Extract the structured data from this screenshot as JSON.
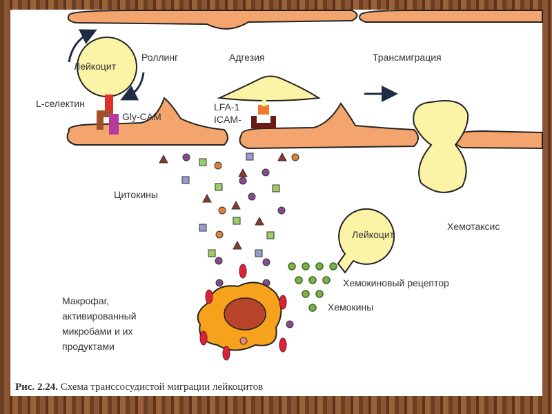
{
  "labels": {
    "rolling": "Роллинг",
    "adhesion": "Адгезия",
    "transmigration": "Трансмиграция",
    "leukocyte_rolling": "Лейкоцит",
    "l_selectin": "L-селектин",
    "gly_cam": "Gly-CAM",
    "lfa1": "LFA-1",
    "icam": "ICAM-",
    "cytokines": "Цитокины",
    "leukocyte_chemo": "Лейкоцит",
    "chemotaxis": "Хемотаксис",
    "chemokine_receptor": "Хемокиновый рецептор",
    "chemokines": "Хемокины",
    "macrophage": [
      "Макрофаг,",
      "активированный",
      "микробами и их",
      "продуктами"
    ]
  },
  "caption": {
    "bold": "Рис. 2.24.",
    "text": " Схема трансcосудистой миграции лейкоцитов"
  },
  "colors": {
    "endothelium": "#f4a56e",
    "leukocyte": "#fbf3a6",
    "macrophage": "#f7a21c",
    "nucleus": "#b8442a",
    "chemokine": "#7fae4e"
  }
}
